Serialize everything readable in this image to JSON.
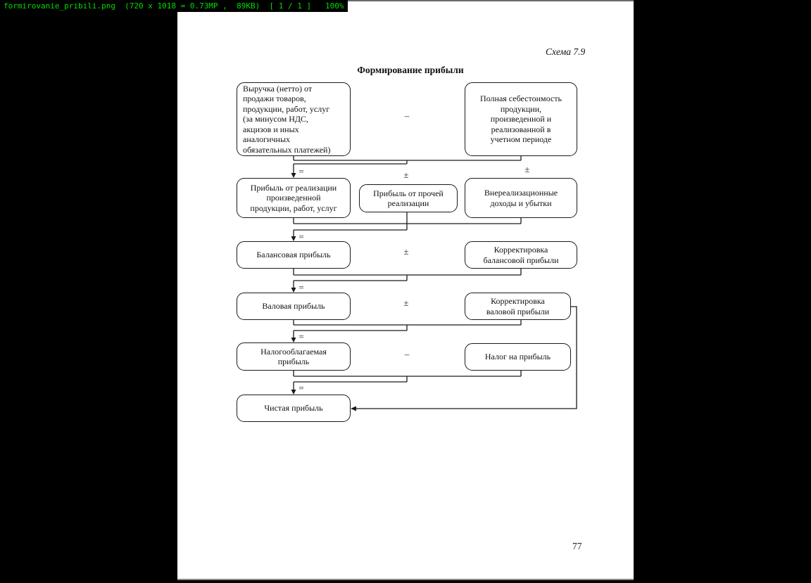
{
  "viewer": {
    "status_text": "formirovanie_pribili.png  (720 x 1018 = 0.73MP ,  89KB)  [ 1 / 1 ]   100%",
    "text_color": "#00dd00",
    "background": "#000000"
  },
  "page": {
    "background": "#ffffff",
    "schema_label": "Схема 7.9",
    "title": "Формирование прибыли",
    "page_number": "77"
  },
  "diagram": {
    "line_color": "#1a1a1a",
    "boxes": [
      {
        "id": "revenue-net",
        "label": "Выручка (нетто) от\nпродажи товаров,\nпродукции, работ, услуг\n(за минусом НДС,\nакцизов и иных\nаналогичных\nобязательных платежей)"
      },
      {
        "id": "full-cost",
        "label": "Полная себестоимость\nпродукции,\nпроизведенной и\nреализованной в\nучетном периоде"
      },
      {
        "id": "profit-from-sales",
        "label": "Прибыль от реализации\nпроизведенной\nпродукции, работ, услуг"
      },
      {
        "id": "profit-other-sales",
        "label": "Прибыль от прочей\nреализации"
      },
      {
        "id": "non-operating-income",
        "label": "Внереализационные\nдоходы и убытки"
      },
      {
        "id": "balance-profit",
        "label": "Балансовая прибыль"
      },
      {
        "id": "balance-profit-adjust",
        "label": "Корректировка\nбалансовой прибыли"
      },
      {
        "id": "gross-profit",
        "label": "Валовая прибыль"
      },
      {
        "id": "gross-profit-adjust",
        "label": "Корректировка\nваловой прибыли"
      },
      {
        "id": "taxable-profit",
        "label": "Налогооблагаемая\nприбыль"
      },
      {
        "id": "profit-tax",
        "label": "Налог на прибыль"
      },
      {
        "id": "net-profit",
        "label": "Чистая прибыль"
      }
    ],
    "operators": [
      {
        "id": "minus-top",
        "glyph": "–"
      },
      {
        "id": "equals-1",
        "glyph": "="
      },
      {
        "id": "pm-other",
        "glyph": "±"
      },
      {
        "id": "pm-nonop",
        "glyph": "±"
      },
      {
        "id": "equals-2",
        "glyph": "="
      },
      {
        "id": "pm-balance",
        "glyph": "±"
      },
      {
        "id": "equals-3",
        "glyph": "="
      },
      {
        "id": "pm-gross",
        "glyph": "±"
      },
      {
        "id": "equals-4",
        "glyph": "="
      },
      {
        "id": "minus-tax",
        "glyph": "–"
      },
      {
        "id": "equals-5",
        "glyph": "="
      }
    ]
  }
}
